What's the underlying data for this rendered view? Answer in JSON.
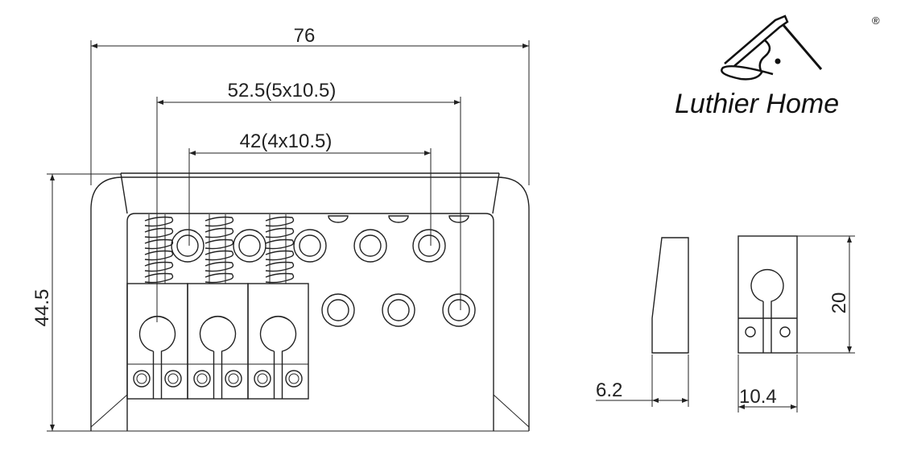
{
  "brand": {
    "name": "Luthier Home",
    "registered_mark": "®"
  },
  "dimensions": {
    "overall_width": "76",
    "outer_string_spacing": "52.5(5x10.5)",
    "inner_string_spacing": "42(4x10.5)",
    "overall_length": "44.5",
    "side_thickness": "6.2",
    "saddle_width": "10.4",
    "saddle_height": "20"
  }
}
